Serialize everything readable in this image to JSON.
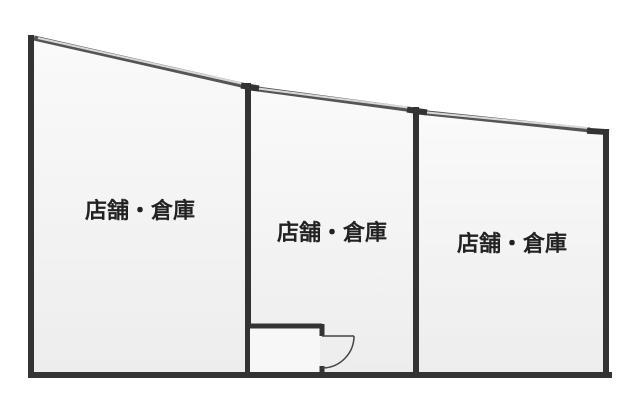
{
  "floor_plan": {
    "rooms": [
      {
        "label": "店舗・倉庫"
      },
      {
        "label": "店舗・倉庫"
      },
      {
        "label": "店舗・倉庫"
      }
    ],
    "colors": {
      "wall": "#333333",
      "floor": "#f3f3f3",
      "window": "#cfcfcf",
      "text": "#222222"
    }
  }
}
